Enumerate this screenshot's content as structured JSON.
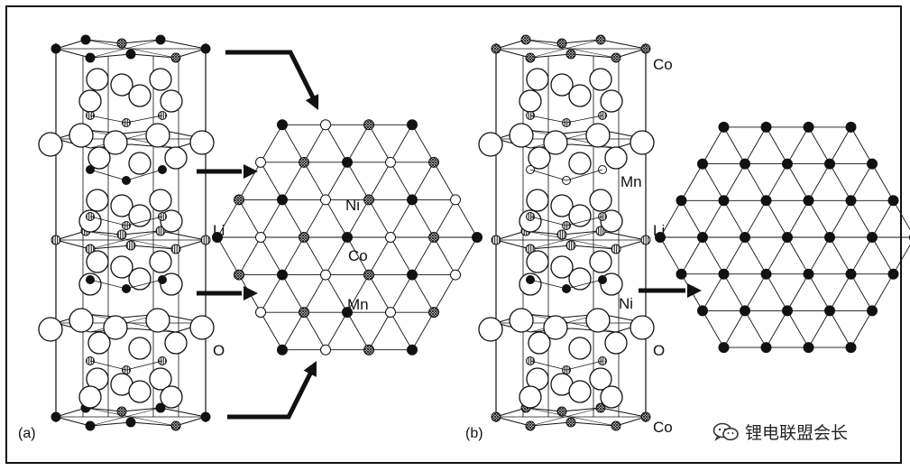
{
  "panels": [
    {
      "id": "a",
      "label": "(a)",
      "column_labels": {
        "li": "Li",
        "o": "O"
      },
      "layer_labels": {
        "ni": "Ni",
        "co": "Co",
        "mn": "Mn"
      }
    },
    {
      "id": "b",
      "label": "(b)",
      "column_labels": {
        "co_top": "Co",
        "mn": "Mn",
        "li": "Li",
        "ni": "Ni",
        "o": "O",
        "co_bottom": "Co"
      }
    }
  ],
  "legend_atoms": {
    "ni": "solid black circle",
    "co": "cross-hatched circle",
    "mn": "open circle",
    "o": "large open circle"
  },
  "watermark": {
    "text": "锂电联盟会长"
  },
  "colors": {
    "ink": "#111111",
    "background": "#ffffff"
  }
}
